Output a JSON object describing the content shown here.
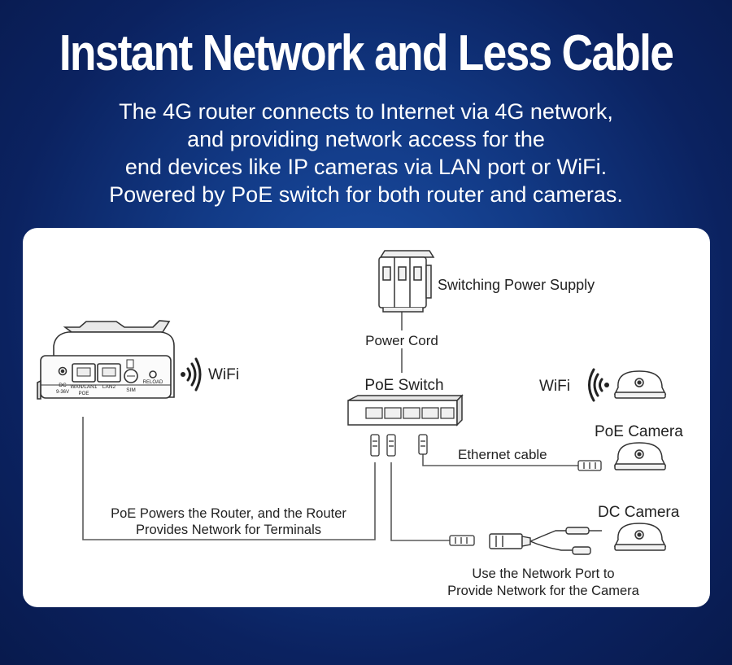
{
  "header": {
    "title": "Instant Network and Less Cable",
    "description_lines": [
      "The 4G router connects to Internet via 4G network,",
      "and providing network access for the",
      "end devices like IP cameras via LAN port or WiFi.",
      "Powered by PoE switch for both router and cameras."
    ]
  },
  "diagram": {
    "router_ports": {
      "dc": "DC",
      "dc_voltage": "9-36V",
      "wan": "WAN/LAN1",
      "poe": "POE",
      "lan2": "LAN2",
      "sim": "SIM",
      "reload": "RELOAD"
    },
    "router_wifi_label": "WiFi",
    "power_supply_label": "Switching Power Supply",
    "power_cord_label": "Power Cord",
    "switch_label": "PoE Switch",
    "wifi_camera_label": "WiFi",
    "poe_camera_label": "PoE  Camera",
    "ethernet_label": "Ethernet cable",
    "dc_camera_label": "DC  Camera",
    "router_link_lines": [
      "PoE Powers the Router, and the Router",
      "Provides Network for Terminals"
    ],
    "dc_camera_note_lines": [
      "Use the Network Port to",
      "Provide Network for the Camera"
    ]
  },
  "colors": {
    "background": "#0b2260",
    "panel": "#ffffff",
    "line": "#555555",
    "text": "#222222"
  }
}
